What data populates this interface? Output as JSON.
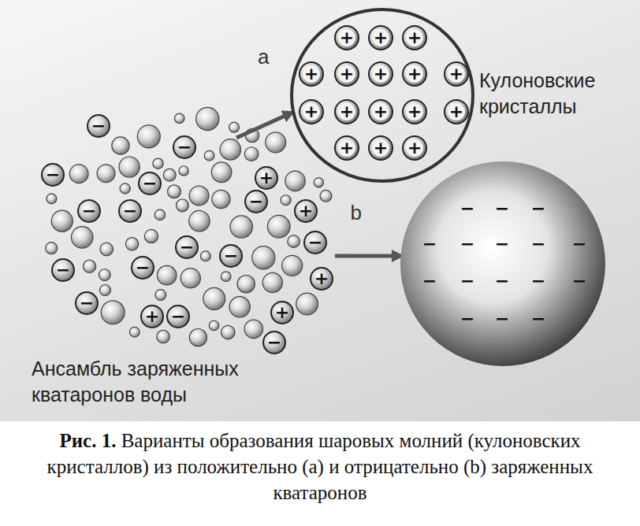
{
  "diagram": {
    "caption": "Варианты образования шаровых молний (кулоновских кристаллов) из положительно (a) и отрицательно (b) заряженных кватаронов",
    "nodes": [
      {
        "text": [
          "−",
          "−",
          "−",
          "−",
          "+",
          "−",
          "−",
          "−",
          "+",
          "−",
          "−",
          "−",
          "−",
          "+",
          "−",
          "−",
          "+",
          "+",
          "−",
          "−",
          "Ансамбль заряженных кватаронов воды"
        ]
      },
      {
        "text": [
          "+",
          "+",
          "+",
          "+",
          "+",
          "+",
          "+",
          "+",
          "+",
          "+",
          "+",
          "+",
          "+",
          "+",
          "+",
          "+",
          "Кулоновские кристаллы"
        ]
      },
      {
        "text": [
          "−",
          "−",
          "−",
          "−",
          "−",
          "−",
          "−",
          "−",
          "−",
          "−",
          "−",
          "−",
          "−",
          "−",
          "−",
          "−"
        ]
      }
    ],
    "edges": [
      {
        "from": 0,
        "to": 1,
        "arrow": "to",
        "label": "a"
      },
      {
        "from": 0,
        "to": 2,
        "arrow": "to",
        "label": "b"
      }
    ],
    "labels": [
      "Рис. 1."
    ]
  }
}
